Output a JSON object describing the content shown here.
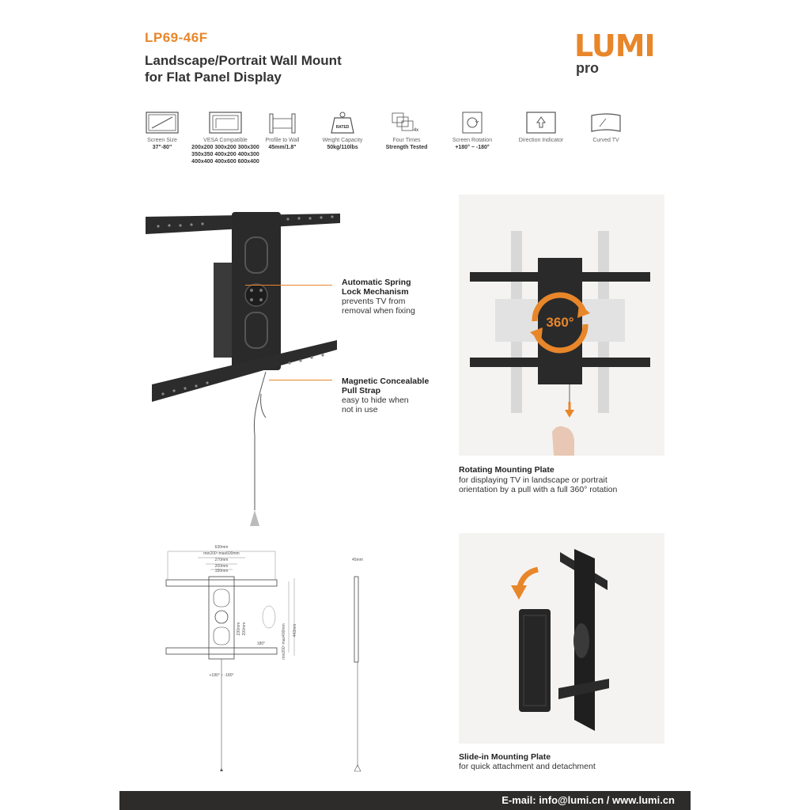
{
  "header": {
    "model": "LP69-46F",
    "title_line1": "Landscape/Portrait Wall Mount",
    "title_line2": "for Flat Panel Display"
  },
  "logo": {
    "main": "LUMI",
    "sub": "pro"
  },
  "specs": [
    {
      "icon": "screen-size-icon",
      "label": "Screen Size",
      "value": "37\"-80\""
    },
    {
      "icon": "vesa-icon",
      "label": "VESA Compatible",
      "value": "200x200 300x200 300x300 350x350 400x200 400x300 400x400 400x600 600x400"
    },
    {
      "icon": "profile-icon",
      "label": "Profile to Wall",
      "value": "45mm/1.8\""
    },
    {
      "icon": "weight-icon",
      "label": "Weight Capacity",
      "value": "50kg/110lbs",
      "badge": "RATED"
    },
    {
      "icon": "strength-icon",
      "label": "Four Times",
      "value": "Strength Tested",
      "badge": "4x"
    },
    {
      "icon": "rotation-icon",
      "label": "Screen Rotation",
      "value": "+180° ~ -180°"
    },
    {
      "icon": "direction-icon",
      "label": "Direction Indicator",
      "value": ""
    },
    {
      "icon": "curved-tv-icon",
      "label": "Curved TV",
      "value": ""
    }
  ],
  "callouts": [
    {
      "title1": "Automatic Spring",
      "title2": "Lock Mechanism",
      "text1": "prevents TV from",
      "text2": "removal when fixing"
    },
    {
      "title1": "Magnetic Concealable",
      "title2": "Pull Strap",
      "text1": "easy to hide when",
      "text2": "not in use"
    }
  ],
  "rotating": {
    "badge": "360°",
    "title": "Rotating Mounting Plate",
    "text1": "for displaying TV in landscape or portrait",
    "text2": "orientation by a pull with a full 360° rotation"
  },
  "slide": {
    "title": "Slide-in Mounting Plate",
    "text": "for quick attachment and detachment"
  },
  "drawing": {
    "dim_width": "630mm",
    "dim_range": "min200~max600mm",
    "dim_270": "270mm",
    "dim_200": "200mm",
    "dim_150": "150mm",
    "dim_profile": "45mm",
    "dim_side": "min200~max400mm",
    "dim_height": "443mm",
    "dim_inner": "230mm",
    "dim_inner2": "200mm",
    "rot": "180°",
    "rot_bottom": "+180° ~ -180°"
  },
  "footer": {
    "text": "E-mail: info@lumi.cn  /  www.lumi.cn"
  },
  "colors": {
    "accent": "#e8862a",
    "dark": "#2d2c2b"
  }
}
